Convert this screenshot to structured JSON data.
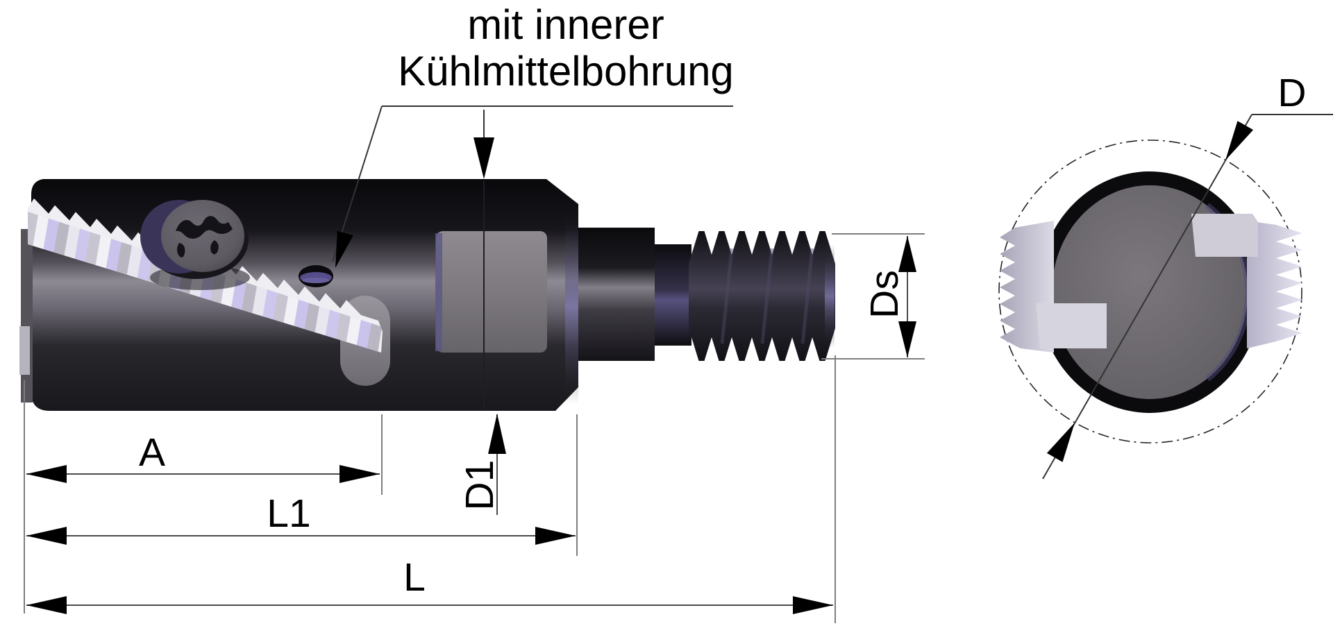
{
  "title": {
    "line1": "mit innerer",
    "line2": "Kühlmittelbohrung"
  },
  "labels": {
    "a": "A",
    "l1": "L1",
    "l": "L",
    "d1": "D1",
    "ds": "Ds",
    "d": "D"
  },
  "colors": {
    "background": "#ffffff",
    "ink": "#000000",
    "dimension_line": "#4a4a4a",
    "extension_line": "#7d7d7d",
    "leader_line": "#333333",
    "body_dark": "#0c0b0e",
    "body_sheen": "#8e8a94",
    "flat_gray": "#7d797e",
    "insert_light": "#efeef3",
    "insert_lavender": "#cdc6ee",
    "screw_face": "#5e5a62",
    "pocket_gray": "#8b878d",
    "disc_gray": "#716d72",
    "purple_highlight": "#6a64a0"
  }
}
